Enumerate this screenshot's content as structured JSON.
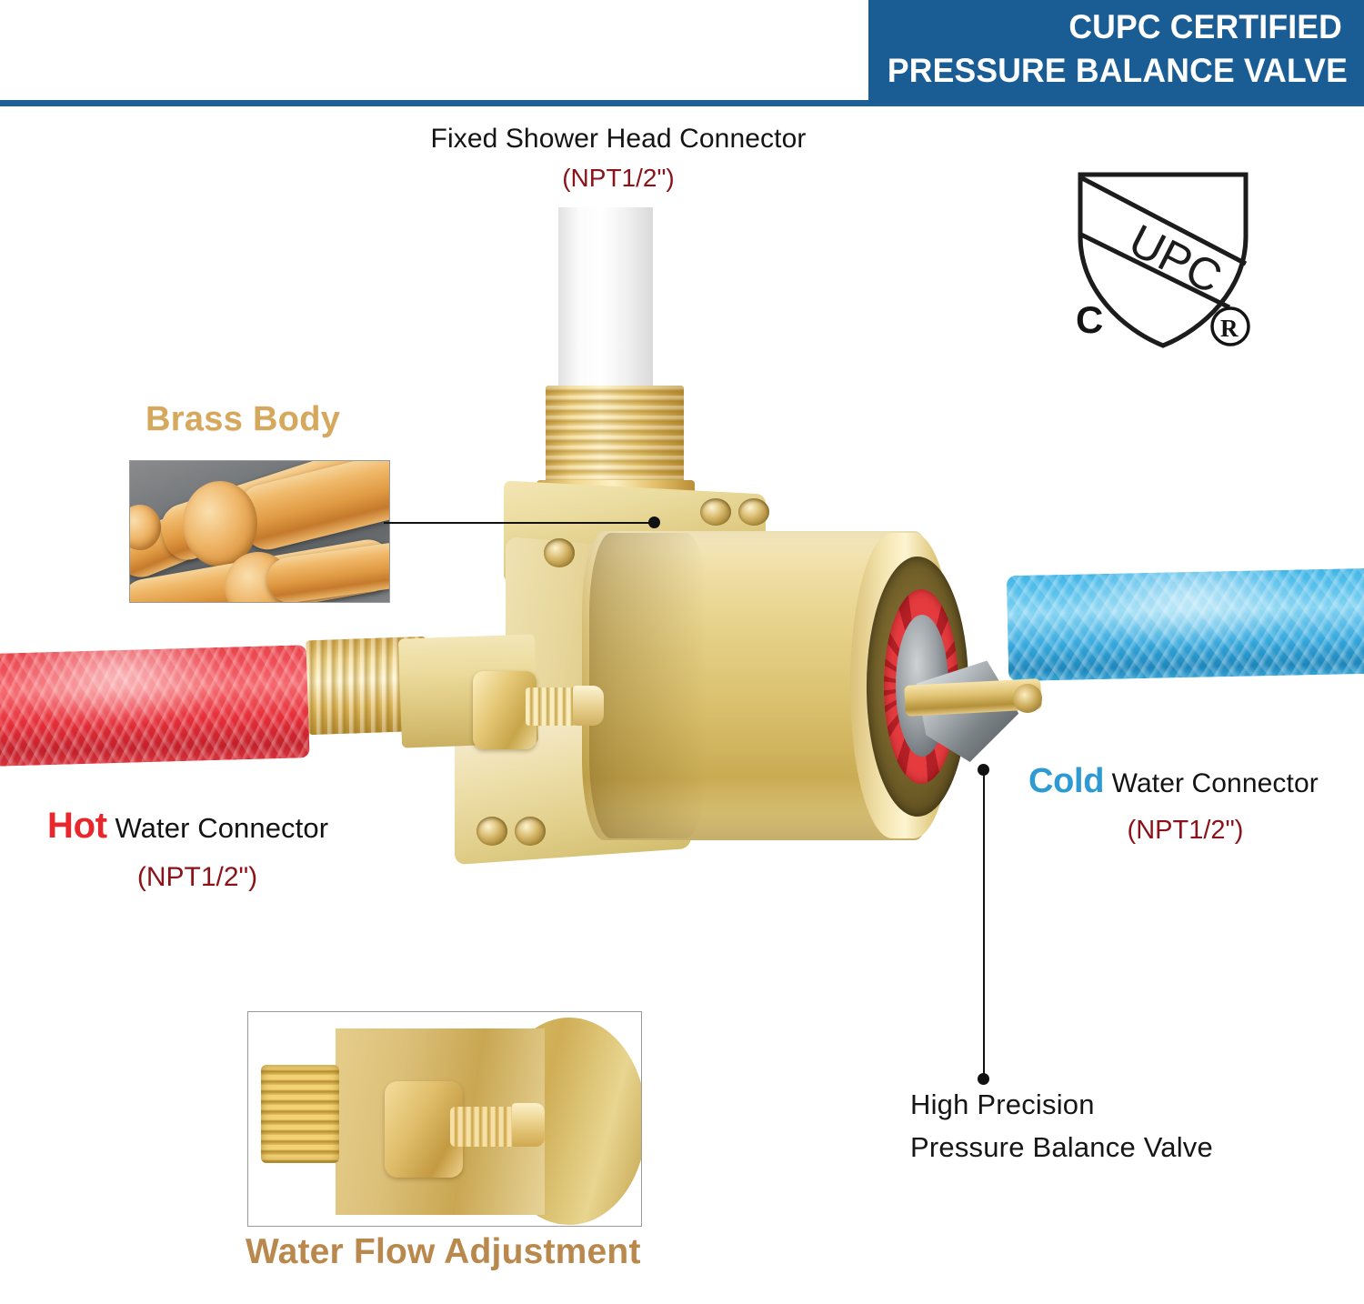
{
  "header": {
    "line1": "CUPC CERTIFIED",
    "line2": "PRESSURE BALANCE VALVE",
    "bg_color": "#1a5c94",
    "text_color": "#ffffff"
  },
  "certification_logo": {
    "name": "cupc-shield",
    "shield_text": "UPC",
    "prefix_letter": "C",
    "registered_mark": "®"
  },
  "callouts": {
    "shower_head": {
      "title": "Fixed Shower Head Connector",
      "spec": "(NPT1/2\")",
      "title_color": "#141414",
      "spec_color": "#8c1219"
    },
    "brass_body": {
      "title": "Brass Body",
      "title_color": "#d5a85c"
    },
    "hot_water": {
      "emphasis": "Hot",
      "rest": " Water Connector",
      "spec": "(NPT1/2\")",
      "emphasis_color": "#e8262b",
      "rest_color": "#131313",
      "spec_color": "#8c1219"
    },
    "cold_water": {
      "emphasis": "Cold",
      "rest": " Water Connector",
      "spec": "(NPT1/2\")",
      "emphasis_color": "#2d9ad4",
      "rest_color": "#131313",
      "spec_color": "#8c1219"
    },
    "pressure_valve": {
      "line1": "High Precision",
      "line2": "Pressure Balance Valve",
      "text_color": "#161616"
    },
    "water_flow": {
      "title": "Water Flow Adjustment",
      "title_color": "#b8884c"
    }
  },
  "product": {
    "hot_pipe_color": "#e8434b",
    "cold_pipe_color": "#3fb4e6",
    "brass_color": "#e0c271",
    "shower_pipe_color": "#ffffff",
    "cartridge_red": "#e53b3f",
    "cartridge_grey": "#9aa0a4"
  }
}
